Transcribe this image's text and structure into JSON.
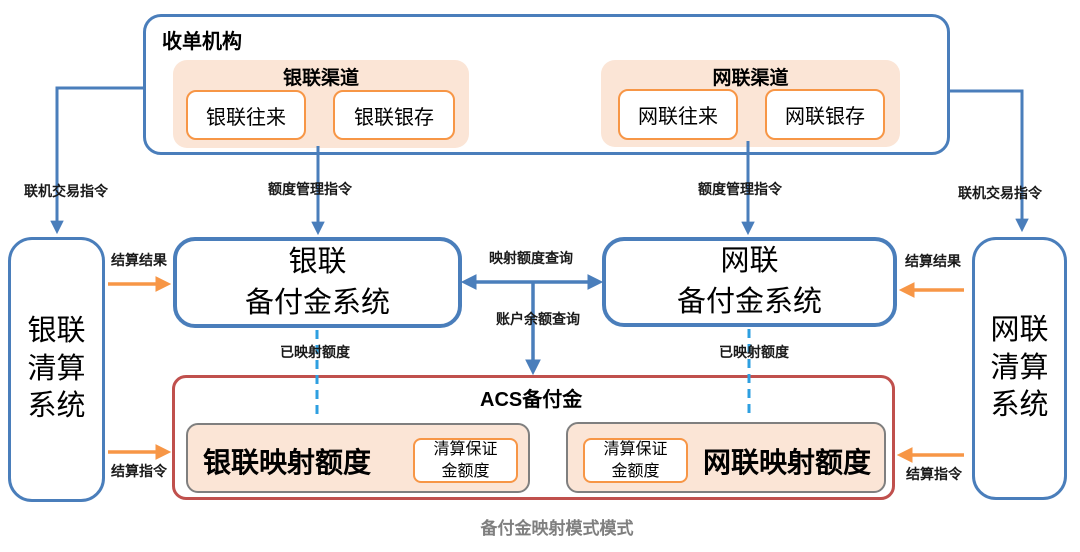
{
  "caption": "备付金映射模式模式",
  "colors": {
    "node_border_blue": "#4A7EBB",
    "query_arrow_blue": "#4A7EBB",
    "dashed_blue": "#2E9FE0",
    "arrow_orange": "#F79646",
    "acs_border_red": "#C0504D",
    "channel_fill_peach": "#FBE5D6",
    "inner_box_border_grey": "#7F7F7F"
  },
  "acquirer": {
    "title": "收单机构",
    "unionpay_channel": {
      "title": "银联渠道",
      "items": [
        {
          "label": "银联往来"
        },
        {
          "label": "银联银存"
        }
      ]
    },
    "netsunion_channel": {
      "title": "网联渠道",
      "items": [
        {
          "label": "网联往来"
        },
        {
          "label": "网联银存"
        }
      ]
    }
  },
  "systems": {
    "unionpay_clearing": {
      "lines": [
        "银联",
        "清算",
        "系统"
      ]
    },
    "netsunion_clearing": {
      "lines": [
        "网联",
        "清算",
        "系统"
      ]
    },
    "unionpay_reserve": {
      "lines": [
        "银联",
        "备付金系统"
      ]
    },
    "netsunion_reserve": {
      "lines": [
        "网联",
        "备付金系统"
      ]
    }
  },
  "acs": {
    "title": "ACS备付金",
    "unionpay_mapped_quota": "银联映射额度",
    "netsunion_mapped_quota": "网联映射额度",
    "guarantee": {
      "lines": [
        "清算保证",
        "金额度"
      ]
    }
  },
  "edge_labels": {
    "online_txn": "联机交易指令",
    "quota_mgmt": "额度管理指令",
    "settle_result": "结算结果",
    "mapped_quota_query": "映射额度查询",
    "account_balance_query": "账户余额查询",
    "mapped_quota": "已映射额度",
    "settle_instruction": "结算指令"
  }
}
